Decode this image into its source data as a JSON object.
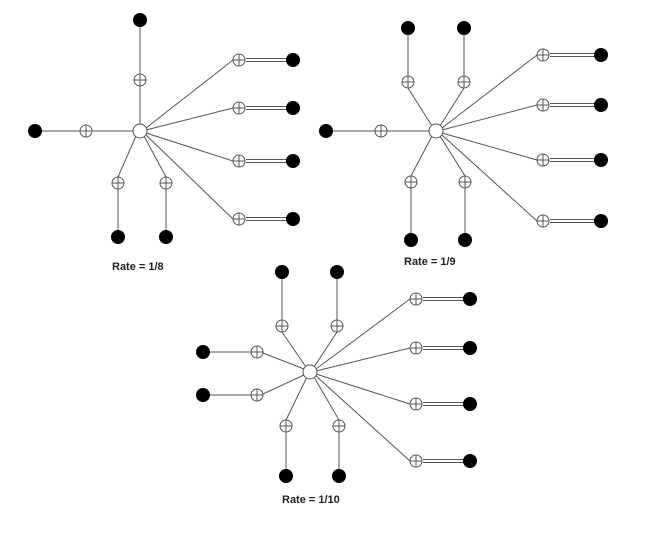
{
  "figure": {
    "diagrams": [
      {
        "id": "rate-1-8",
        "caption": "Rate = 1/8",
        "degree_one_nodes": 4,
        "degree_two_nodes": 4
      },
      {
        "id": "rate-1-9",
        "caption": "Rate = 1/9",
        "degree_one_nodes": 5,
        "degree_two_nodes": 4
      },
      {
        "id": "rate-1-10",
        "caption": "Rate = 1/10",
        "degree_one_nodes": 6,
        "degree_two_nodes": 4
      }
    ]
  },
  "colors": {
    "variable_node_fill": "#000000",
    "check_node_fill": "#ffffff",
    "line": "#555555",
    "caption": "#222222"
  }
}
